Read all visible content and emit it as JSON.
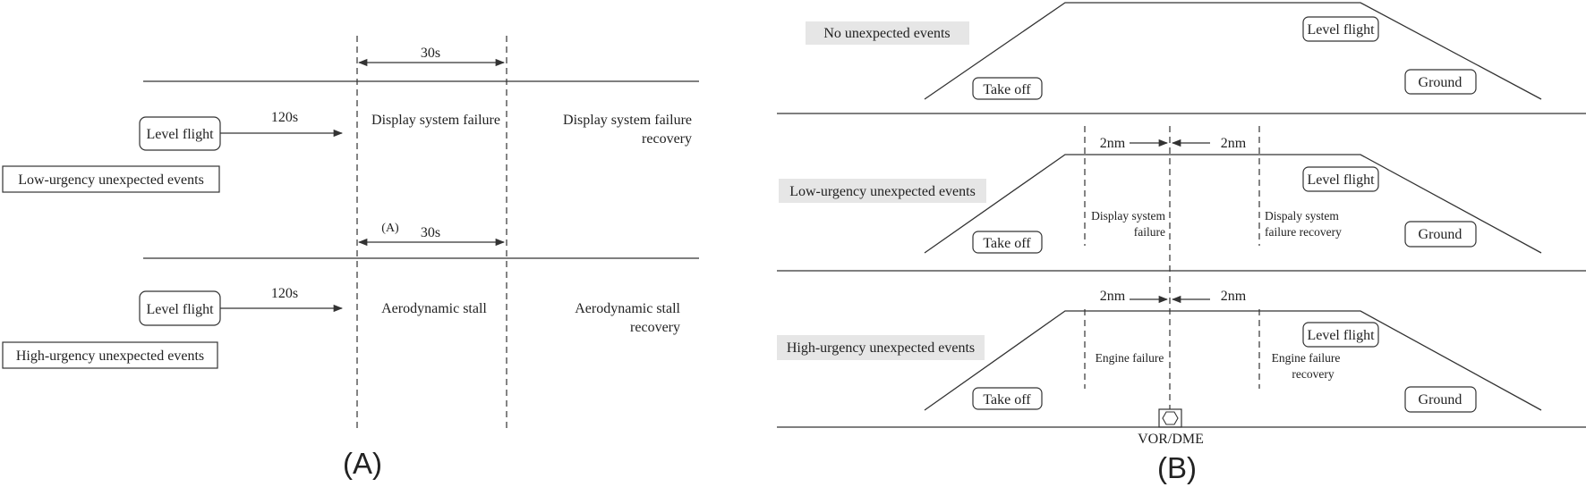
{
  "panel_a": {
    "label": "(A)",
    "interval_label_1": "30s",
    "interval_label_2": "30s",
    "small_marker": "(A)",
    "low": {
      "category": "Low-urgency unexpected events",
      "start": "Level flight",
      "lead_time": "120s",
      "event": "Display system failure",
      "recovery_line1": "Display system failure",
      "recovery_line2": "recovery"
    },
    "high": {
      "category": "High-urgency unexpected events",
      "start": "Level flight",
      "lead_time": "120s",
      "event": "Aerodynamic stall",
      "recovery_line1": "Aerodynamic stall",
      "recovery_line2": "recovery"
    }
  },
  "panel_b": {
    "label": "(B)",
    "none": {
      "category": "No unexpected events",
      "takeoff": "Take off",
      "level": "Level flight",
      "ground": "Ground"
    },
    "low": {
      "category": "Low-urgency unexpected events",
      "dist_left": "2nm",
      "dist_right": "2nm",
      "takeoff": "Take off",
      "level": "Level flight",
      "ground": "Ground",
      "event_line1": "Display system",
      "event_line2": "failure",
      "recovery_line1": "Dispaly system",
      "recovery_line2": "failure recovery"
    },
    "high": {
      "category": "High-urgency unexpected events",
      "dist_left": "2nm",
      "dist_right": "2nm",
      "takeoff": "Take off",
      "level": "Level flight",
      "ground": "Ground",
      "event_line1": "Engine failure",
      "recovery_line1": "Engine failure",
      "recovery_line2": "recovery"
    },
    "beacon": "VOR/DME"
  }
}
